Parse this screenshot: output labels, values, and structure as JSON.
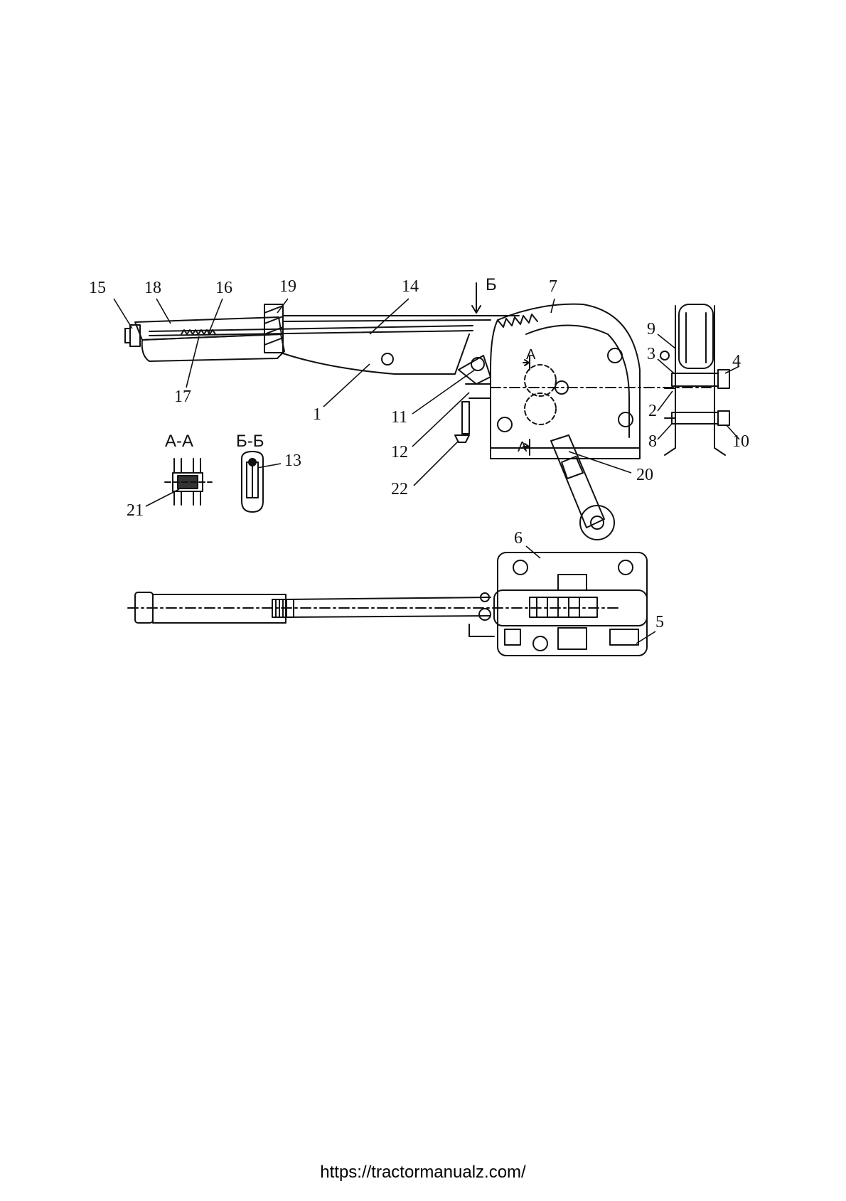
{
  "labels": {
    "n1": "1",
    "n2": "2",
    "n3": "3",
    "n4": "4",
    "n5": "5",
    "n6": "6",
    "n7": "7",
    "n8": "8",
    "n9": "9",
    "n10": "10",
    "n11": "11",
    "n12": "12",
    "n13": "13",
    "n14": "14",
    "n15": "15",
    "n16": "16",
    "n17": "17",
    "n18": "18",
    "n19": "19",
    "n20": "20",
    "n21": "21",
    "n22": "22"
  },
  "sections": {
    "aa": "А-А",
    "bb": "Б-Б",
    "view_b": "Б",
    "section_a_top": "А",
    "section_a_bottom": "А"
  },
  "footer": {
    "url": "https://tractormanualz.com/"
  }
}
